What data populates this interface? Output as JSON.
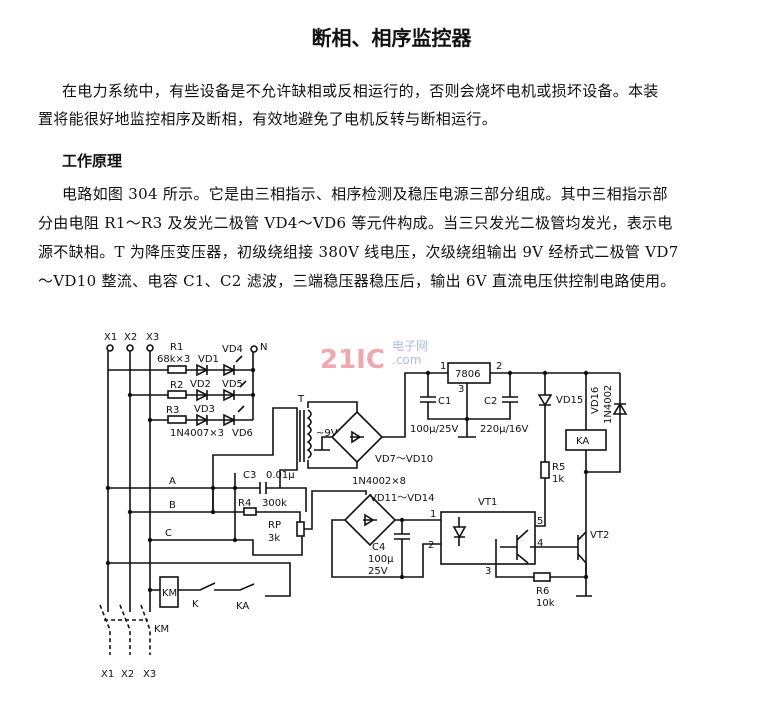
{
  "title": "断相、相序监控器",
  "intro": [
    "在电力系统中，有些设备是不允许缺相或反相运行的，否则会烧坏电机或损坏设备。本装",
    "置将能很好地监控相序及断相，有效地避免了电机反转与断相运行。"
  ],
  "section_heading": "工作原理",
  "body": [
    "电路如图 304 所示。它是由三相指示、相序检测及稳压电源三部分组成。其中三相指示部",
    "分由电阻 R1～R3 及发光二极管 VD4～VD6 等元件构成。当三只发光二极管均发光，表示电",
    "源不缺相。T 为降压变压器，初级绕组接 380V 线电压，次级绕组输出 9V 经桥式二极管 VD7",
    "～VD10 整流、电容 C1、C2 滤波，三端稳压器稳压后，输出 6V 直流电压供控制电路使用。"
  ],
  "watermark": {
    "logo": "21IC",
    "cn": "电子网",
    "dom": ".com"
  },
  "circuit": {
    "x_top": [
      "X1",
      "X2",
      "X3"
    ],
    "x_bottom": [
      "X1",
      "X2",
      "X3"
    ],
    "n": "N",
    "r1": "R1",
    "r1v": "68k×3",
    "r2": "R2",
    "r3": "R3",
    "vd1": "VD1",
    "vd2": "VD2",
    "vd3": "VD3",
    "vd13": "1N4007×3",
    "vd4": "VD4",
    "vd5": "VD5",
    "vd6": "VD6",
    "t": "T",
    "sec": "~9V",
    "vd710": "VD7～VD10",
    "in4002": "1N4002×8",
    "reg": "7806",
    "p1": "1",
    "p2": "2",
    "p3": "3",
    "c1": "C1",
    "c1v": "100μ/25V",
    "c2": "C2",
    "c2v": "220μ/16V",
    "vd15": "VD15",
    "vd16": "VD16",
    "vd16v": "1N4002",
    "ka": "KA",
    "r5": "R5",
    "r5v": "1k",
    "vt1": "VT1",
    "vt2": "VT2",
    "r6": "R6",
    "r6v": "10k",
    "a": "A",
    "b": "B",
    "c": "C",
    "c3": "C3",
    "c3v": "0.01μ",
    "r4": "R4",
    "r4v": "300k",
    "rp": "RP",
    "rpv": "3k",
    "vd1114": "VD11～VD14",
    "c4": "C4",
    "c4v": "100μ",
    "c4v2": "25V",
    "o1": "1",
    "o2": "2",
    "o3": "3",
    "o4": "4",
    "o5": "5",
    "km": "KM",
    "k": "K",
    "ka2": "KA",
    "km2": "KM"
  }
}
